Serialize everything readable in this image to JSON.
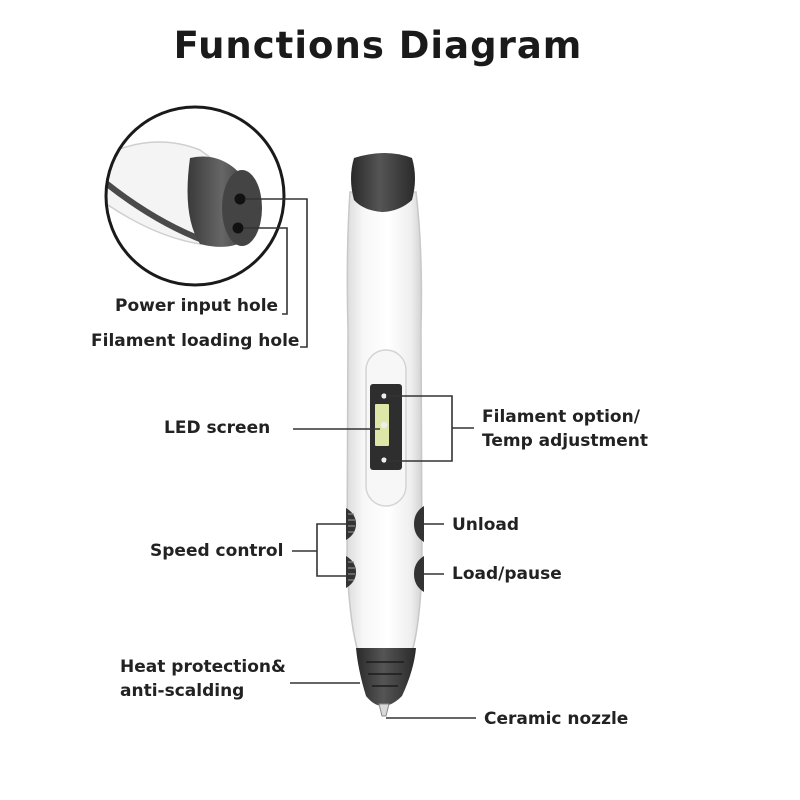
{
  "diagram": {
    "title": "Functions Diagram",
    "labels": {
      "power_input_hole": "Power input hole",
      "filament_loading_hole": "Filament loading hole",
      "led_screen": "LED screen",
      "filament_option_line1": "Filament option/",
      "filament_option_line2": "Temp adjustment",
      "unload": "Unload",
      "speed_control": "Speed control",
      "load_pause": "Load/pause",
      "heat_protection_line1": "Heat protection&",
      "heat_protection_line2": "anti-scalding",
      "ceramic_nozzle": "Ceramic nozzle"
    }
  }
}
